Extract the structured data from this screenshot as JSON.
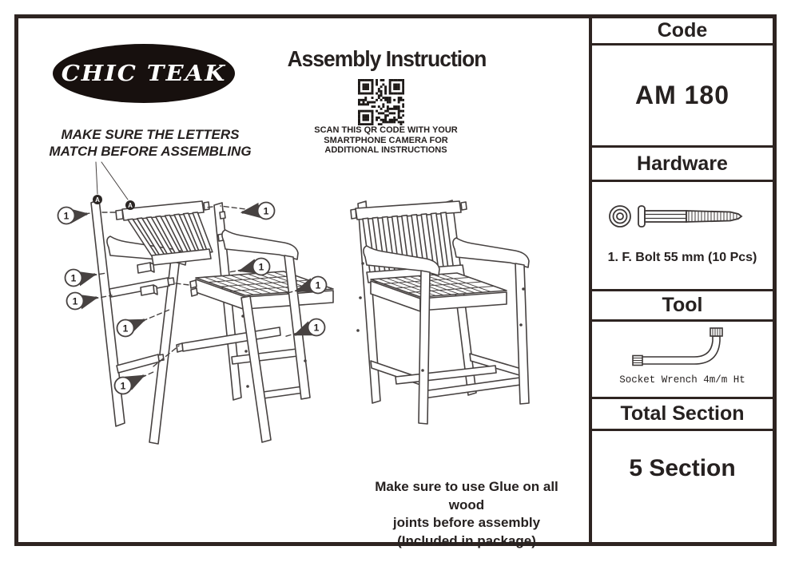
{
  "page": {
    "brand": "CHIC TEAK",
    "title": "Assembly Instruction",
    "qr_caption_lines": [
      "SCAN THIS QR CODE WITH YOUR",
      "SMARTPHONE CAMERA FOR",
      "ADDITIONAL INSTRUCTIONS"
    ],
    "letters_note_lines": [
      "MAKE SURE THE LETTERS",
      "MATCH BEFORE ASSEMBLING"
    ],
    "glue_note_lines": [
      "Make sure to use Glue on all wood",
      "joints before assembly",
      "(Included in package)"
    ]
  },
  "sidebar": {
    "code_header": "Code",
    "code_value": "AM 180",
    "hardware_header": "Hardware",
    "hardware_item": "1. F. Bolt 55 mm (10 Pcs)",
    "tool_header": "Tool",
    "tool_item": "Socket Wrench 4m/m Ht",
    "total_header": "Total Section",
    "total_value": "5 Section"
  },
  "diagram": {
    "callout_label": "1",
    "match_marker_label": "A",
    "colors": {
      "line_art": "#474241",
      "ink": "#262120",
      "frame": "#2e2421",
      "logo_bg": "#17100e"
    }
  }
}
